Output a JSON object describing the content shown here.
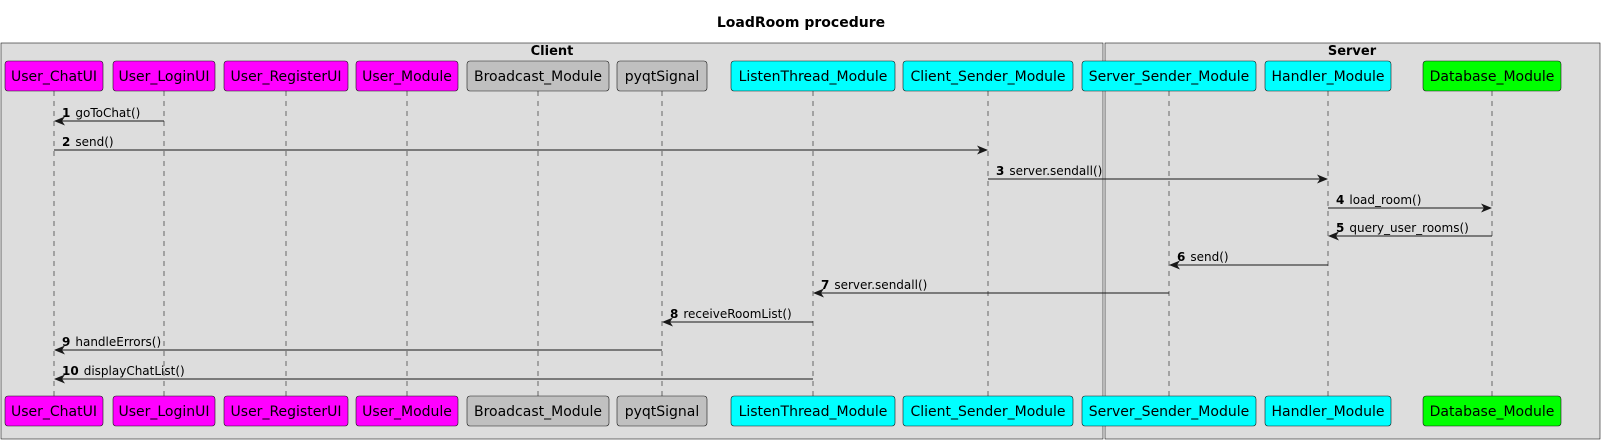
{
  "title": "LoadRoom procedure",
  "boxes": [
    {
      "id": "client",
      "label": "Client"
    },
    {
      "id": "server",
      "label": "Server"
    }
  ],
  "participants": [
    {
      "id": "User_ChatUI",
      "label": "User_ChatUI",
      "color": "#FF00FF"
    },
    {
      "id": "User_LoginUI",
      "label": "User_LoginUI",
      "color": "#FF00FF"
    },
    {
      "id": "User_RegisterUI",
      "label": "User_RegisterUI",
      "color": "#FF00FF"
    },
    {
      "id": "User_Module",
      "label": "User_Module",
      "color": "#FF00FF"
    },
    {
      "id": "Broadcast_Module",
      "label": "Broadcast_Module",
      "color": "#C0C0C0"
    },
    {
      "id": "pyqtSignal",
      "label": "pyqtSignal",
      "color": "#C0C0C0"
    },
    {
      "id": "ListenThread_Module",
      "label": "ListenThread_Module",
      "color": "#00FFFF"
    },
    {
      "id": "Client_Sender_Module",
      "label": "Client_Sender_Module",
      "color": "#00FFFF"
    },
    {
      "id": "Server_Sender_Module",
      "label": "Server_Sender_Module",
      "color": "#00FFFF"
    },
    {
      "id": "Handler_Module",
      "label": "Handler_Module",
      "color": "#00FFFF"
    },
    {
      "id": "Database_Module",
      "label": "Database_Module",
      "color": "#00FF00"
    }
  ],
  "messages": [
    {
      "num": "1",
      "label": "goToChat()",
      "from": "User_LoginUI",
      "to": "User_ChatUI"
    },
    {
      "num": "2",
      "label": "send()",
      "from": "User_ChatUI",
      "to": "Client_Sender_Module"
    },
    {
      "num": "3",
      "label": "server.sendall()",
      "from": "Client_Sender_Module",
      "to": "Handler_Module"
    },
    {
      "num": "4",
      "label": "load_room()",
      "from": "Handler_Module",
      "to": "Database_Module"
    },
    {
      "num": "5",
      "label": "query_user_rooms()",
      "from": "Database_Module",
      "to": "Handler_Module"
    },
    {
      "num": "6",
      "label": "send()",
      "from": "Handler_Module",
      "to": "Server_Sender_Module"
    },
    {
      "num": "7",
      "label": "server.sendall()",
      "from": "Server_Sender_Module",
      "to": "ListenThread_Module"
    },
    {
      "num": "8",
      "label": "receiveRoomList()",
      "from": "ListenThread_Module",
      "to": "pyqtSignal"
    },
    {
      "num": "9",
      "label": "handleErrors()",
      "from": "pyqtSignal",
      "to": "User_ChatUI"
    },
    {
      "num": "10",
      "label": "displayChatList()",
      "from": "ListenThread_Module",
      "to": "User_ChatUI"
    }
  ]
}
